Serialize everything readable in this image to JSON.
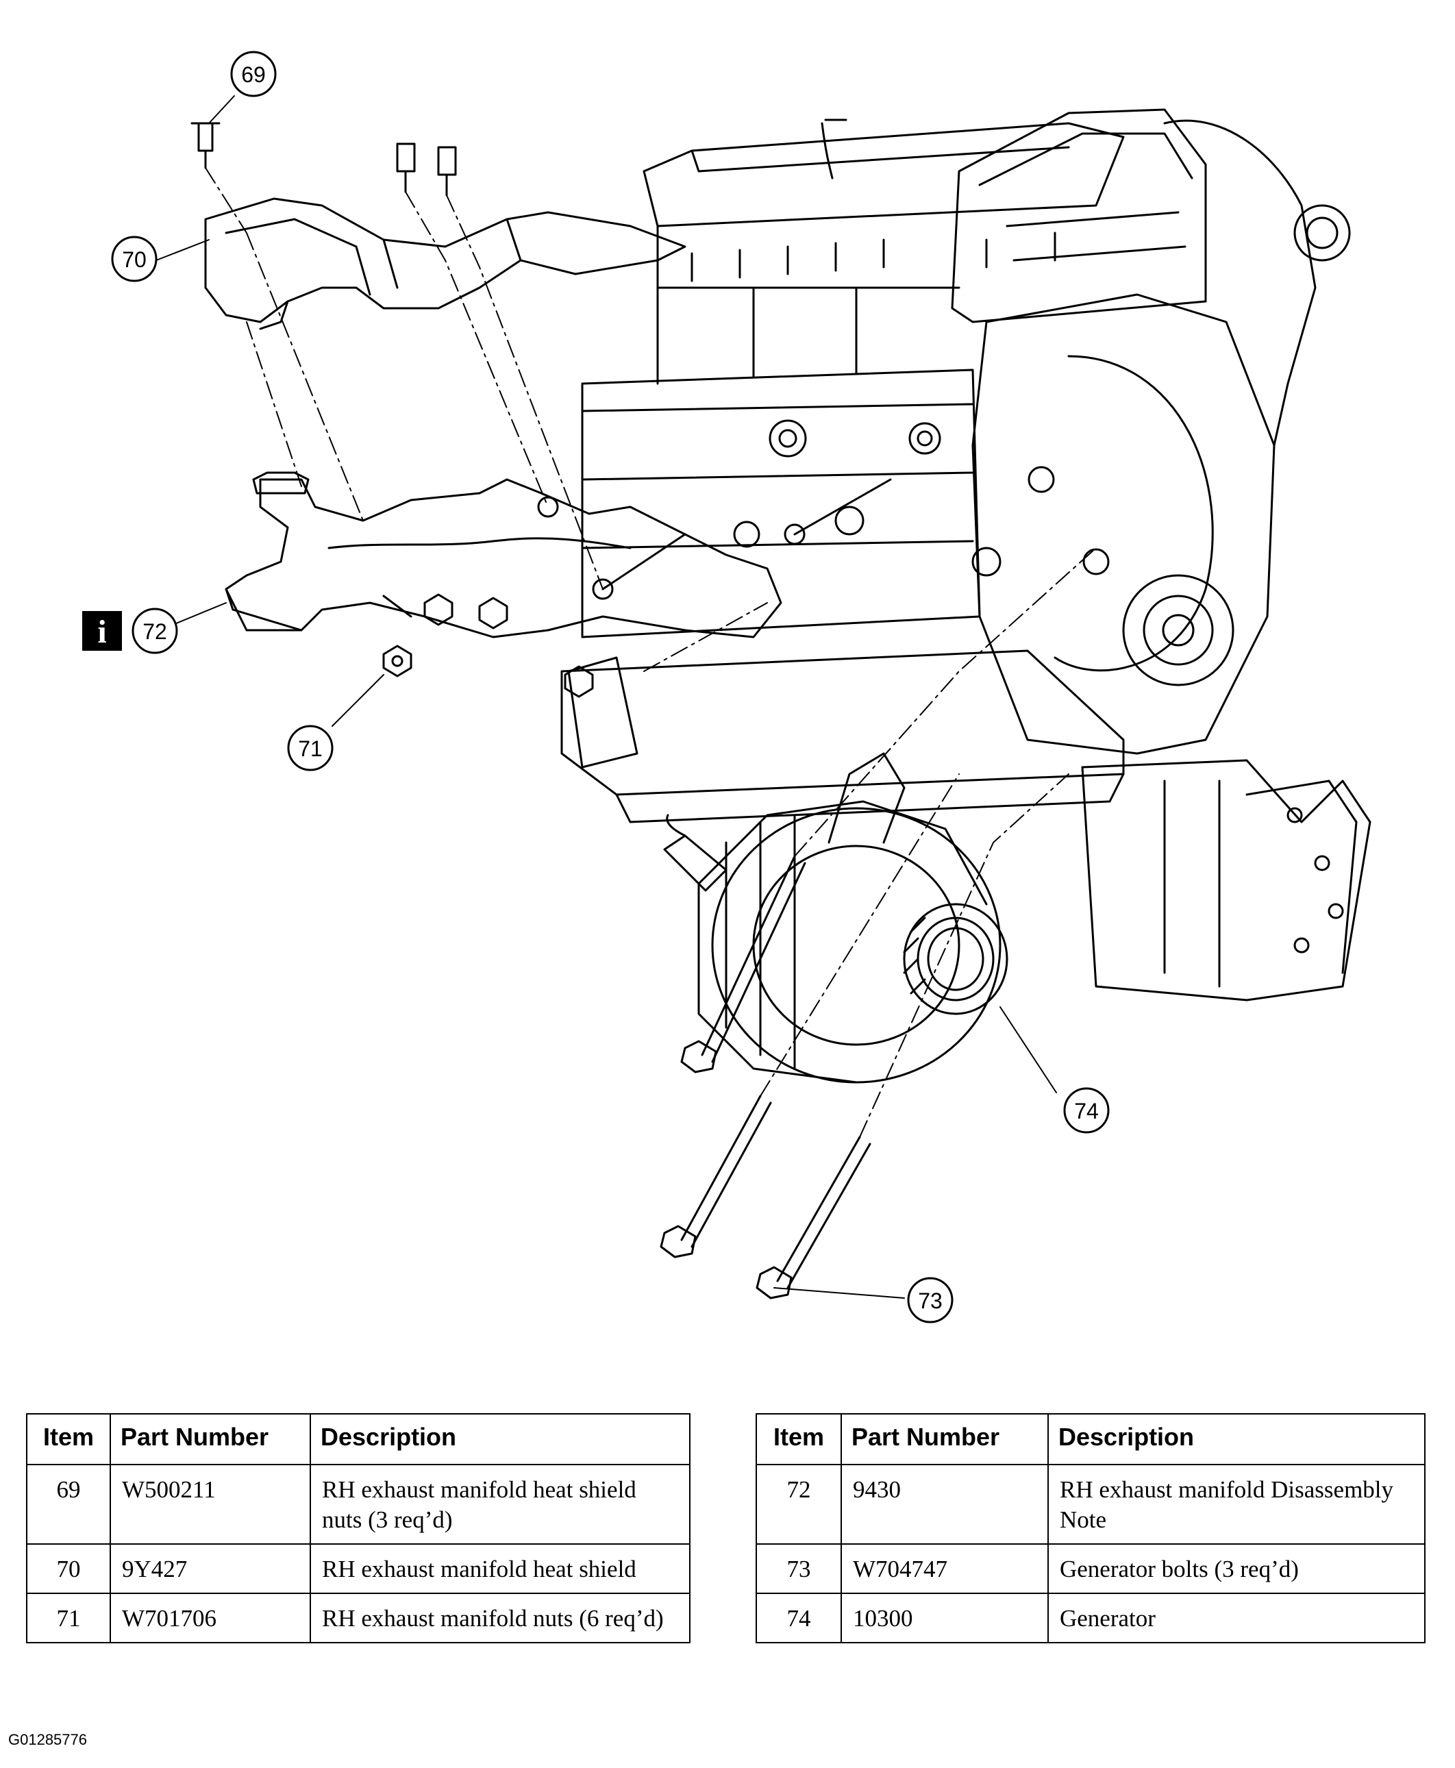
{
  "callouts": [
    {
      "id": "callout-69",
      "label": "69"
    },
    {
      "id": "callout-70",
      "label": "70"
    },
    {
      "id": "callout-71",
      "label": "71"
    },
    {
      "id": "callout-72",
      "label": "72"
    },
    {
      "id": "callout-73",
      "label": "73"
    },
    {
      "id": "callout-74",
      "label": "74"
    }
  ],
  "info_icon": {
    "glyph": "i"
  },
  "table_headers": {
    "item": "Item",
    "part_number": "Part Number",
    "description": "Description"
  },
  "table_left": [
    {
      "item": "69",
      "part_number": "W500211",
      "description": "RH exhaust manifold heat shield nuts (3 req’d)"
    },
    {
      "item": "70",
      "part_number": "9Y427",
      "description": "RH exhaust manifold heat shield"
    },
    {
      "item": "71",
      "part_number": "W701706",
      "description": "RH exhaust manifold nuts (6 req’d)"
    }
  ],
  "table_right": [
    {
      "item": "72",
      "part_number": "9430",
      "description": "RH exhaust manifold Disassembly Note"
    },
    {
      "item": "73",
      "part_number": "W704747",
      "description": "Generator bolts (3 req’d)"
    },
    {
      "item": "74",
      "part_number": "10300",
      "description": "Generator"
    }
  ],
  "figure_code": "G01285776"
}
